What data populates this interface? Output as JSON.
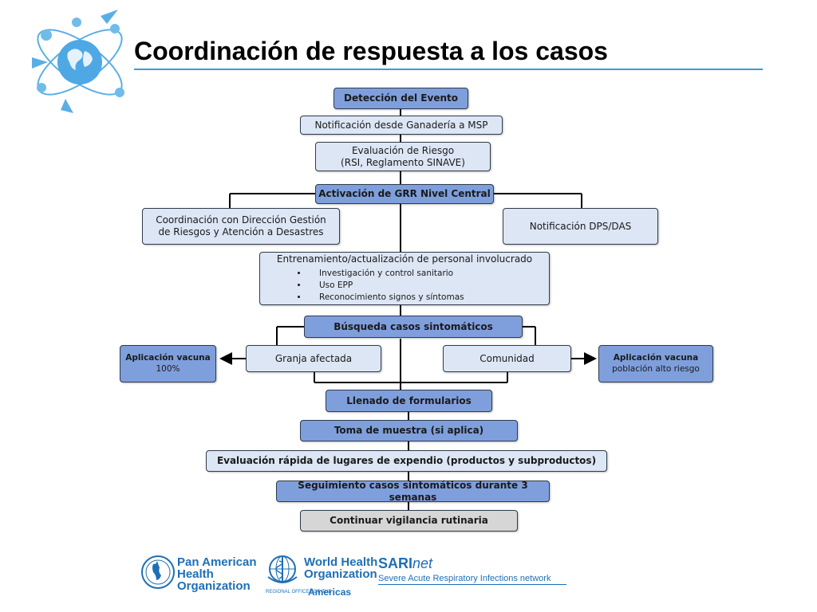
{
  "header": {
    "title": "Coordinación de respuesta a los casos"
  },
  "colors": {
    "dark_box": "#7f9fdc",
    "light_box": "#dde6f5",
    "gray_box": "#d6d6d6",
    "accent_rule": "#3a9ad9",
    "logo_blue": "#1f6fb5"
  },
  "flowchart": {
    "deteccion": "Detección del Evento",
    "notificacion_msp": "Notificación desde Ganadería a MSP",
    "evaluacion_line1": "Evaluación de Riesgo",
    "evaluacion_line2": "(RSI, Reglamento SINAVE)",
    "activacion": "Activación de GRR Nivel Central",
    "coordinacion_line1": "Coordinación con Dirección Gestión",
    "coordinacion_line2": "de Riesgos y Atención a Desastres",
    "notificacion_dps": "Notificación DPS/DAS",
    "entrenamiento": {
      "title": "Entrenamiento/actualización de personal involucrado",
      "items": [
        "Investigación y control sanitario",
        "Uso EPP",
        "Reconocimiento signos y síntomas"
      ]
    },
    "busqueda": "Búsqueda casos sintomáticos",
    "granja": "Granja afectada",
    "comunidad": "Comunidad",
    "vacuna_granja": {
      "title": "Aplicación vacuna",
      "subtitle": "100%"
    },
    "vacuna_comunidad": {
      "title": "Aplicación vacuna",
      "subtitle": "población alto riesgo"
    },
    "llenado": "Llenado de formularios",
    "toma_muestra": "Toma de muestra (si aplica)",
    "evaluacion_rapida": "Evaluación rápida de lugares de expendio (productos y subproductos)",
    "seguimiento": "Seguimiento casos sintomáticos durante 3 semanas",
    "continuar": "Continuar vigilancia rutinaria"
  },
  "footer": {
    "paho": {
      "line1": "Pan American",
      "line2": "Health",
      "line3": "Organization",
      "icon": "paho-emblem-icon"
    },
    "who": {
      "line1": "World Health",
      "line2": "Organization",
      "regional": "REGIONAL OFFICE FOR THE",
      "region": "Americas",
      "icon": "who-emblem-icon"
    },
    "sarinet": {
      "name_bold": "SARI",
      "name_italic": "net",
      "tagline": "Severe Acute Respiratory Infections network"
    }
  },
  "logo": {
    "icon": "globe-people-icon"
  }
}
